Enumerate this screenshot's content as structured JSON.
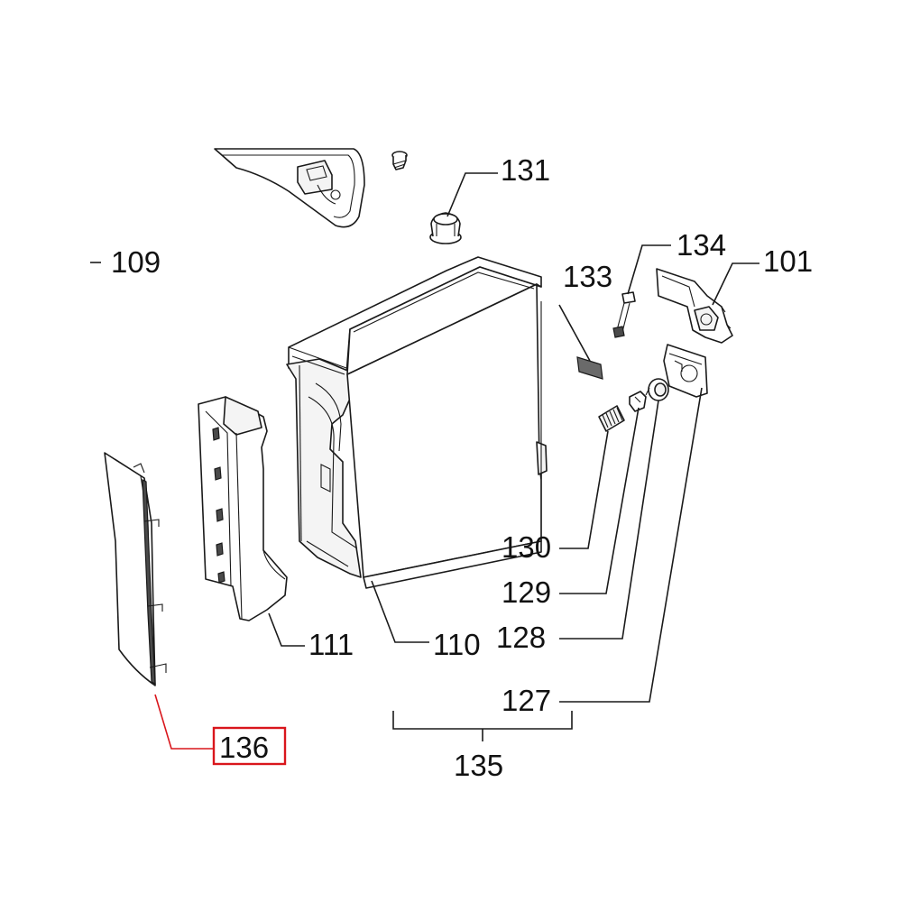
{
  "highlight_color": "#d9161c",
  "line_color": "#1a1a1a",
  "callouts": {
    "p101": "101",
    "p109": "109",
    "p110": "110",
    "p111": "111",
    "p127": "127",
    "p128": "128",
    "p129": "129",
    "p130": "130",
    "p131": "131",
    "p133": "133",
    "p134": "134",
    "p135": "135",
    "p136": "136"
  },
  "highlighted_callout": "136",
  "parts": [
    {
      "name": "top-frame-fragment",
      "callout": "109"
    },
    {
      "name": "screw"
    },
    {
      "name": "water-tank-lid-knob",
      "callout": "131"
    },
    {
      "name": "water-tank",
      "callout": "110"
    },
    {
      "name": "tank-side-panel",
      "callout": "111"
    },
    {
      "name": "side-cover",
      "callout": "136"
    },
    {
      "name": "sticker",
      "callout": "133"
    },
    {
      "name": "wire-clip",
      "callout": "134"
    },
    {
      "name": "valve-housing",
      "callout": "101"
    },
    {
      "name": "spring",
      "callout": "130"
    },
    {
      "name": "clip",
      "callout": "129"
    },
    {
      "name": "seal-ring",
      "callout": "128"
    },
    {
      "name": "mounting-plate",
      "callout": "127"
    }
  ]
}
